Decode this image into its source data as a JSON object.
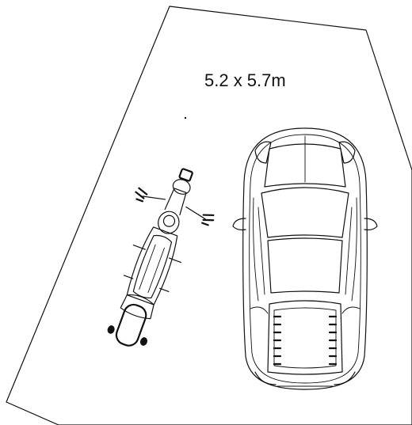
{
  "diagram": {
    "dimension_label": "5.2 x 5.7m",
    "colors": {
      "line": "#111111",
      "background": "#ffffff"
    },
    "vehicles": [
      {
        "kind": "motorcycle",
        "view": "top",
        "icon": "motorcycle-icon"
      },
      {
        "kind": "car",
        "view": "top",
        "icon": "car-icon"
      }
    ]
  }
}
